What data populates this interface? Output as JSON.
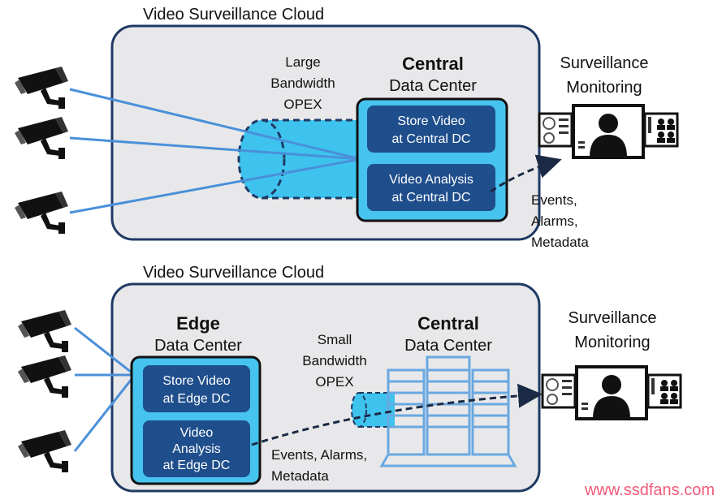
{
  "top": {
    "cloud_title": "Video Surveillance Cloud",
    "pipe_label": [
      "Large",
      "Bandwidth",
      "OPEX"
    ],
    "central_title_bold": "Central",
    "central_title_sub": "Data Center",
    "store_box": [
      "Store Video",
      "at Central DC"
    ],
    "analysis_box": [
      "Video Analysis",
      "at Central DC"
    ],
    "monitor_title": [
      "Surveillance",
      "Monitoring"
    ],
    "events": [
      "Events,",
      "Alarms,",
      "Metadata"
    ]
  },
  "bottom": {
    "cloud_title": "Video Surveillance Cloud",
    "edge_title_bold": "Edge",
    "edge_title_sub": "Data Center",
    "store_box": [
      "Store Video",
      "at Edge DC"
    ],
    "analysis_box": [
      "Video",
      "Analysis",
      "at Edge DC"
    ],
    "pipe_label": [
      "Small",
      "Bandwidth",
      "OPEX"
    ],
    "central_title_bold": "Central",
    "central_title_sub": "Data Center",
    "monitor_title": [
      "Surveillance",
      "Monitoring"
    ],
    "events": [
      "Events, Alarms,",
      "Metadata"
    ]
  },
  "watermark": "www.ssdfans.com",
  "colors": {
    "cloud_fill": "#e8e8ea",
    "cloud_border": "#1f3a64",
    "line_blue": "#4a90d9",
    "pipe_cyan": "#3ec3ef",
    "dc_bg": "#46c3ee",
    "dark_box": "#1f4e8c",
    "server_blue": "#6aa8e0",
    "watermark": "#f05a78"
  },
  "icons": [
    "camera-icon",
    "monitor-person-icon",
    "server-rack-icon",
    "pipe-cylinder-icon"
  ]
}
